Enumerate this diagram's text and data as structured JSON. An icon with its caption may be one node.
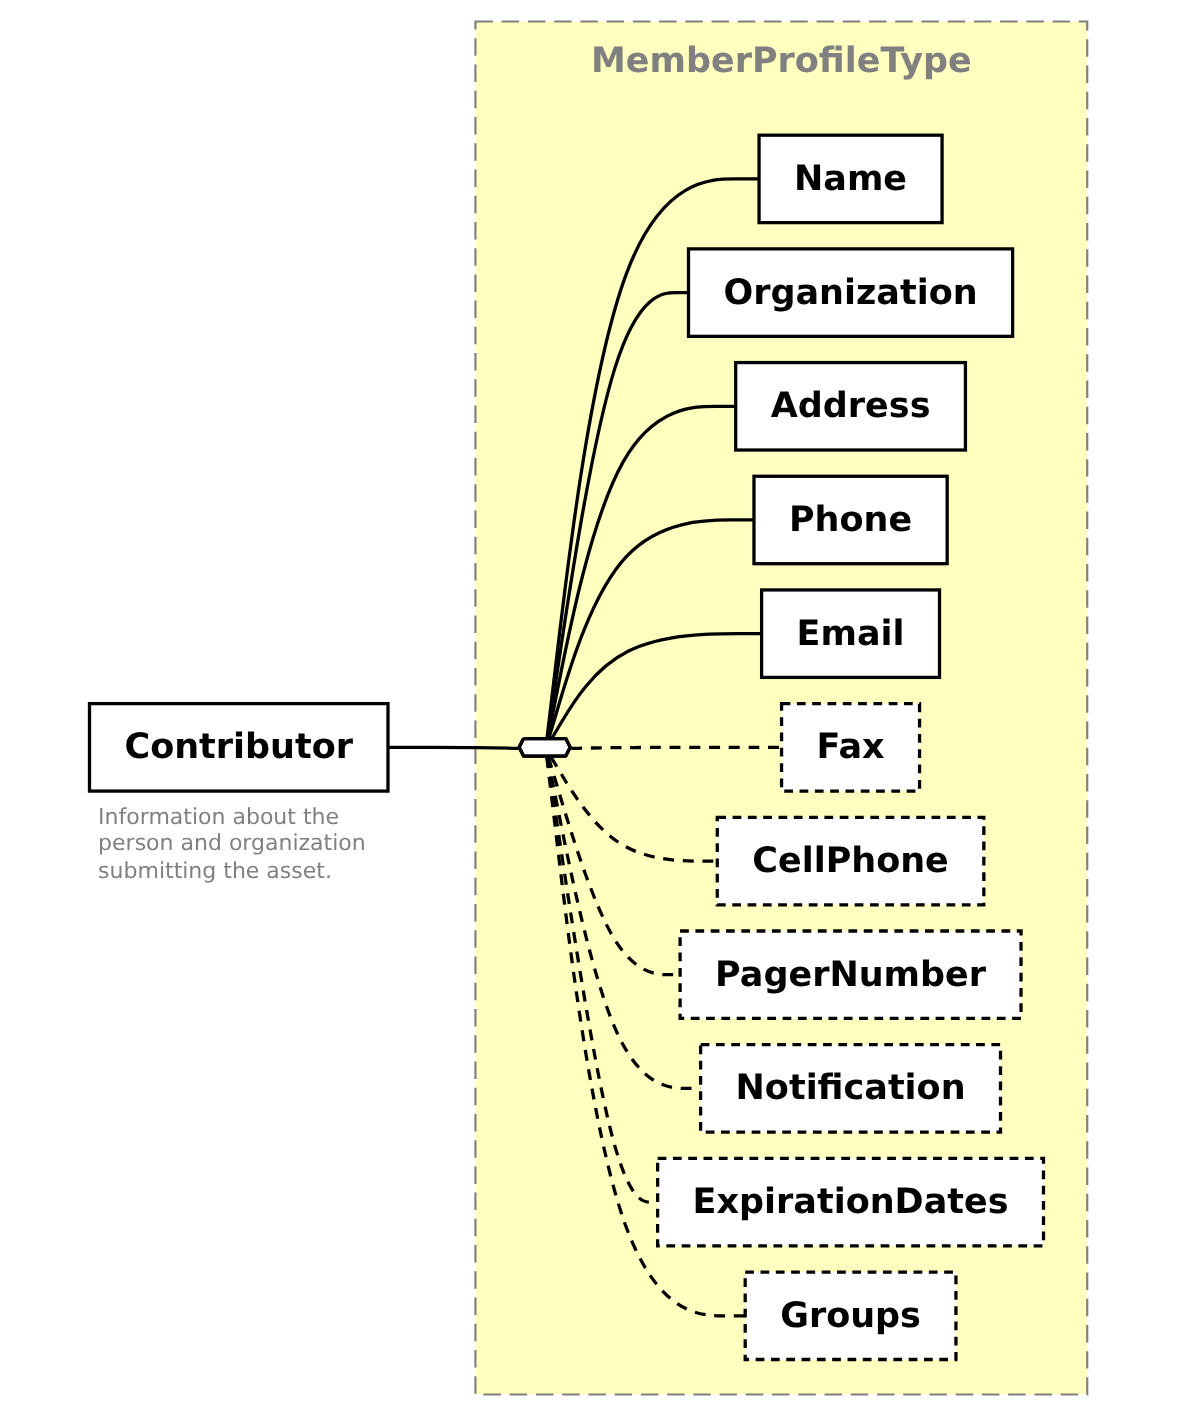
{
  "diagram": {
    "nodes": [
      {
        "text": [
          "Contributor"
        ],
        "beside": [
          "Information about the person and organization submitting the asset."
        ]
      },
      {
        "text": [
          "MemberProfileType"
        ]
      },
      {
        "text": [],
        "shape": "octagon",
        "in": 1
      },
      {
        "text": [
          "Name"
        ],
        "in": 1
      },
      {
        "text": [
          "Organization"
        ],
        "in": 1
      },
      {
        "text": [
          "Address"
        ],
        "in": 1
      },
      {
        "text": [
          "Phone"
        ],
        "in": 1
      },
      {
        "text": [
          "Email"
        ],
        "in": 1
      },
      {
        "text": [
          "Fax"
        ],
        "in": 1
      },
      {
        "text": [
          "CellPhone"
        ],
        "in": 1
      },
      {
        "text": [
          "PagerNumber"
        ],
        "in": 1
      },
      {
        "text": [
          "Notification"
        ],
        "in": 1
      },
      {
        "text": [
          "ExpirationDates"
        ],
        "in": 1
      },
      {
        "text": [
          "Groups"
        ],
        "in": 1
      }
    ],
    "edges": [
      {
        "from": 0,
        "to": 2,
        "arrow": "none"
      },
      {
        "from": 2,
        "to": 3,
        "arrow": "none"
      },
      {
        "from": 2,
        "to": 4,
        "arrow": "none"
      },
      {
        "from": 2,
        "to": 5,
        "arrow": "none"
      },
      {
        "from": 2,
        "to": 6,
        "arrow": "none"
      },
      {
        "from": 2,
        "to": 7,
        "arrow": "none"
      },
      {
        "from": 2,
        "to": 8,
        "arrow": "none",
        "style": "dashed"
      },
      {
        "from": 2,
        "to": 9,
        "arrow": "none",
        "style": "dashed"
      },
      {
        "from": 2,
        "to": 10,
        "arrow": "none",
        "style": "dashed"
      },
      {
        "from": 2,
        "to": 11,
        "arrow": "none",
        "style": "dashed"
      },
      {
        "from": 2,
        "to": 12,
        "arrow": "none",
        "style": "dashed"
      },
      {
        "from": 2,
        "to": 13,
        "arrow": "none",
        "style": "dashed"
      }
    ]
  }
}
